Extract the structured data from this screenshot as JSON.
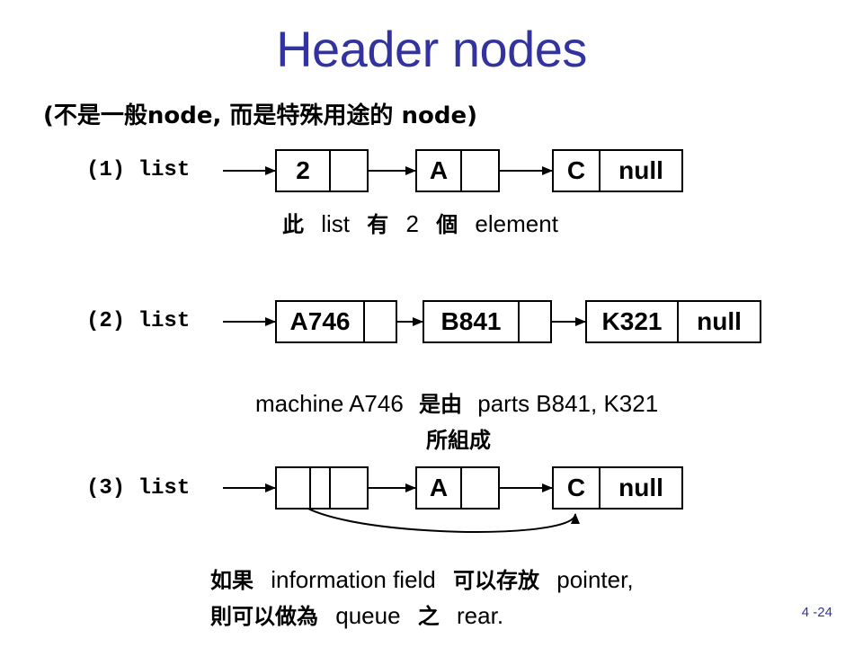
{
  "title": "Header nodes",
  "subtitle": "(不是一般node, 而是特殊用途的 node)",
  "example1": {
    "label": "(1) list",
    "nodes": [
      {
        "info": "2",
        "next": ""
      },
      {
        "info": "A",
        "next": ""
      },
      {
        "info": "C",
        "next": "null"
      }
    ],
    "caption": {
      "a": "此",
      "b": "list",
      "c": "有",
      "d": "2",
      "e": "個",
      "f": "element"
    }
  },
  "example2": {
    "label": "(2) list",
    "nodes": [
      {
        "info": "A746",
        "next": ""
      },
      {
        "info": "B841",
        "next": ""
      },
      {
        "info": "K321",
        "next": "null"
      }
    ],
    "caption_line1_a": "machine A746",
    "caption_line1_b": "是由",
    "caption_line1_c": "parts B841, K321",
    "caption_line2": "所組成"
  },
  "example3": {
    "label": "(3) list",
    "nodes": [
      {
        "info": "",
        "next": ""
      },
      {
        "info": "A",
        "next": ""
      },
      {
        "info": "C",
        "next": "null"
      }
    ],
    "caption_line1_a": "如果",
    "caption_line1_b": "information field",
    "caption_line1_c": "可以存放",
    "caption_line1_d": "pointer,",
    "caption_line2_a": "則可以做為",
    "caption_line2_b": "queue",
    "caption_line2_c": "之",
    "caption_line2_d": "rear."
  },
  "page_number": "4 -24"
}
